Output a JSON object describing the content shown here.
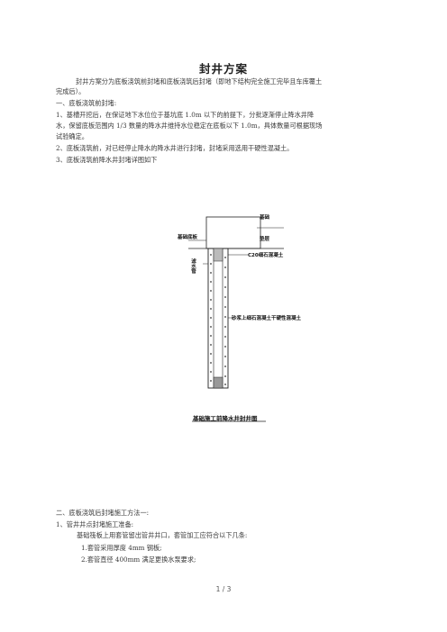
{
  "doc": {
    "title": "封井方案",
    "intro": [
      "封井方案分为底板浇筑前封堵和底板浇筑后封堵（即地下结构完全施工完毕且车库覆土",
      "完成后）。"
    ],
    "section1": {
      "heading": "一、底板浇筑前封堵:",
      "item1_lines": [
        "1、基槽开挖后，在保证地下水位位于基坑底  1.0m  以下的前提下，分批逐渐停止降水井降",
        "水，保留底板范围内 1/3 数量的降水井维持水位稳定在底板以下 1.0m，具体数量可根据现场",
        "试验确定。"
      ],
      "item2": "2、底板浇筑前，对已经停止降水的降水井进行封堵，封堵采用选用干硬性混凝土。",
      "item3": "3、底板浇筑前降水井封堵详图如下"
    },
    "figure": {
      "labels": {
        "base": "基础",
        "cushion": "垫层",
        "left_top": "基础底板",
        "left_mid": "滤水管",
        "concrete": "C20细石混凝土",
        "fill": "砂浆上细石混凝土干硬性混凝土"
      },
      "caption": "基础施工前降水井封井图"
    },
    "section2": {
      "heading": "二、底板浇筑后封堵施工方法一:",
      "item1": "1、管井井点封堵施工准备:",
      "sub_intro": "基础筏板上用套管留出管井井口，套管加工应符合以下几条:",
      "sub1": "1.套管采用厚度 4mm 钢板;",
      "sub2": "2.套管直径 400mm 满足更换水泵要求;"
    }
  },
  "footer": {
    "page": "1  /  3"
  }
}
